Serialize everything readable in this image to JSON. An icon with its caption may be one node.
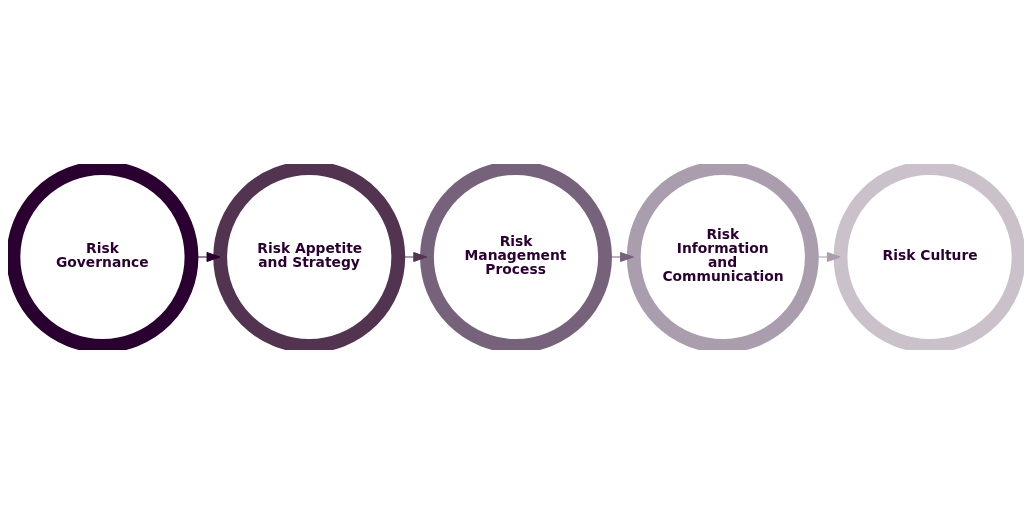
{
  "diagram": {
    "nodes": [
      {
        "text": [
          "Risk Governance"
        ]
      },
      {
        "text": [
          "Risk Appetite and Strategy"
        ]
      },
      {
        "text": [
          "Risk Management Process"
        ]
      },
      {
        "text": [
          "Risk Information and Communication"
        ]
      },
      {
        "text": [
          "Risk Culture"
        ]
      }
    ],
    "edges": [
      {
        "from": 0,
        "to": 1,
        "arrow": "to",
        "color": "#2a0030"
      },
      {
        "from": 1,
        "to": 2,
        "arrow": "to",
        "color": "#523350"
      },
      {
        "from": 2,
        "to": 3,
        "arrow": "to",
        "color": "#76627a"
      },
      {
        "from": 3,
        "to": 4,
        "arrow": "to",
        "color": "#aa9dad"
      }
    ]
  }
}
